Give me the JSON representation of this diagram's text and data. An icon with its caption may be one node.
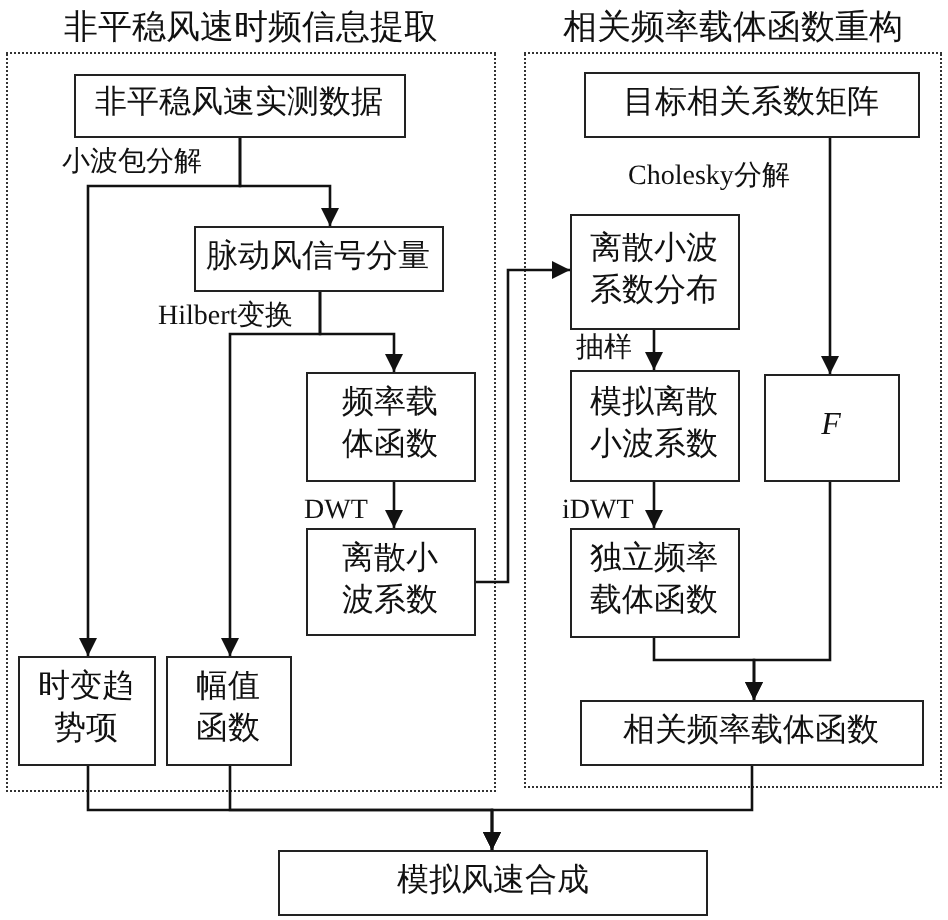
{
  "diagram": {
    "nodes": [
      {
        "text": [
          "非平稳风速时频信息提取"
        ]
      },
      {
        "text": [
          "非平稳风速实测数据"
        ],
        "in": 0
      },
      {
        "text": [
          "脉动风信号分量"
        ],
        "in": 0
      },
      {
        "text": [
          "频率载体函数"
        ],
        "in": 0
      },
      {
        "text": [
          "离散小波系数"
        ],
        "in": 0
      },
      {
        "text": [
          "时变趋势项"
        ],
        "in": 0
      },
      {
        "text": [
          "幅值函数"
        ],
        "in": 0
      },
      {
        "text": [
          "相关频率载体函数重构"
        ]
      },
      {
        "text": [
          "目标相关系数矩阵"
        ],
        "in": 7
      },
      {
        "text": [
          "离散小波系数分布"
        ],
        "in": 7
      },
      {
        "text": [
          "模拟离散小波系数"
        ],
        "in": 7
      },
      {
        "text": [
          "F"
        ],
        "in": 7
      },
      {
        "text": [
          "独立频率载体函数"
        ],
        "in": 7
      },
      {
        "text": [
          "相关频率载体函数"
        ],
        "in": 7
      },
      {
        "text": [
          "模拟风速合成"
        ]
      }
    ],
    "edges": [
      {
        "from": 1,
        "to": 2,
        "arrow": "to",
        "label": "小波包分解"
      },
      {
        "from": 1,
        "to": 5,
        "arrow": "to"
      },
      {
        "from": 2,
        "to": 3,
        "arrow": "to",
        "label": "Hilbert变换"
      },
      {
        "from": 2,
        "to": 6,
        "arrow": "to"
      },
      {
        "from": 3,
        "to": 4,
        "arrow": "to",
        "label": "DWT"
      },
      {
        "from": 4,
        "to": 9,
        "arrow": "to"
      },
      {
        "from": 8,
        "to": 11,
        "arrow": "to",
        "label": "Cholesky分解"
      },
      {
        "from": 9,
        "to": 10,
        "arrow": "to",
        "label": "抽样"
      },
      {
        "from": 10,
        "to": 12,
        "arrow": "to",
        "label": "iDWT"
      },
      {
        "from": 12,
        "to": 13,
        "arrow": "to"
      },
      {
        "from": 11,
        "to": 13,
        "arrow": "to"
      },
      {
        "from": 5,
        "to": 14,
        "arrow": "to"
      },
      {
        "from": 6,
        "to": 14,
        "arrow": "to"
      },
      {
        "from": 13,
        "to": 14,
        "arrow": "to"
      }
    ]
  }
}
